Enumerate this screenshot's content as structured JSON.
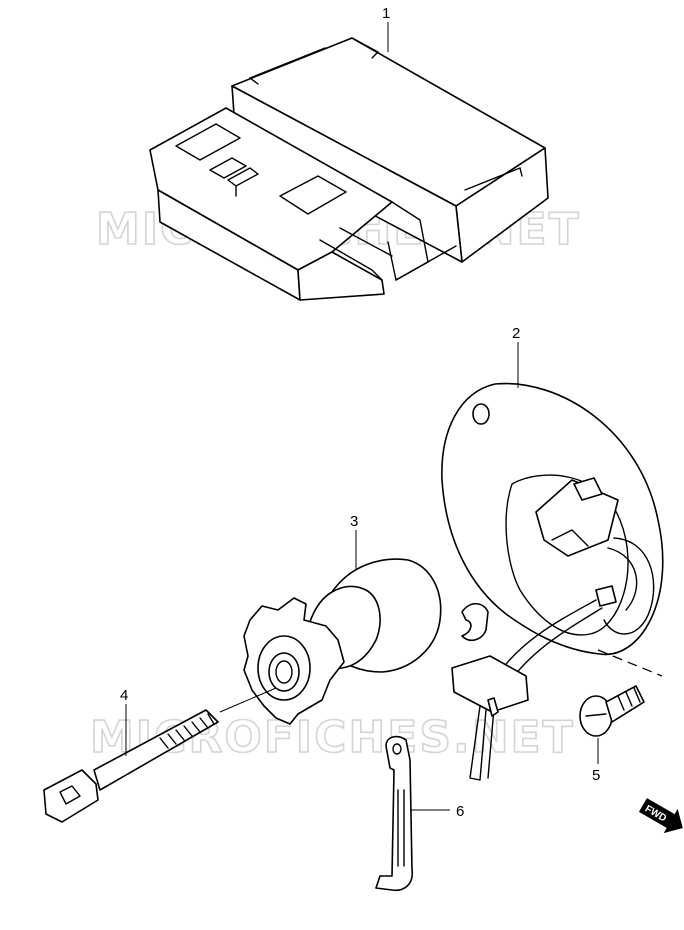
{
  "watermark": "MICROFICHES.NET",
  "callouts": [
    {
      "label": "1",
      "part": "control-unit"
    },
    {
      "label": "2",
      "part": "signal-generator-plate"
    },
    {
      "label": "3",
      "part": "rotor"
    },
    {
      "label": "4",
      "part": "bolt"
    },
    {
      "label": "5",
      "part": "screw"
    },
    {
      "label": "6",
      "part": "clamp"
    }
  ],
  "direction_label": "FWD",
  "colors": {
    "ink": "#000000",
    "watermark": "#d4d4d4",
    "background": "#ffffff"
  }
}
